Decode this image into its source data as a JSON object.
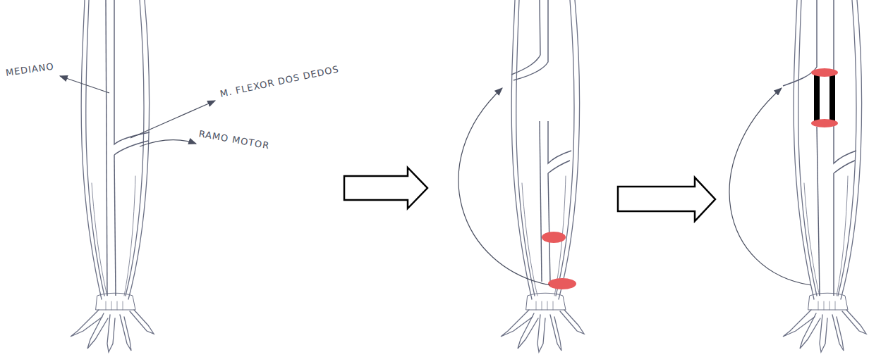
{
  "diagram": {
    "labels": [
      "MEDIANO",
      "M. FLEXOR DOS DEDOS",
      "RAMO MOTOR"
    ]
  }
}
